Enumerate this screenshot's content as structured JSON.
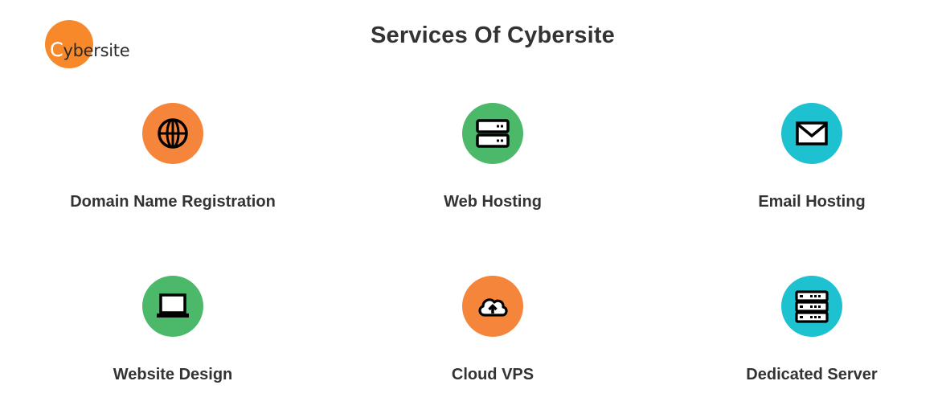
{
  "logo": {
    "first_letter": "C",
    "rest": "ybersite",
    "accent_color": "#f7892b"
  },
  "header": {
    "title": "Services Of Cybersite"
  },
  "services": [
    {
      "label": "Domain Name Registration",
      "icon": "globe-icon",
      "color": "#f5853a"
    },
    {
      "label": "Web Hosting",
      "icon": "server-icon",
      "color": "#4cb86a"
    },
    {
      "label": "Email Hosting",
      "icon": "envelope-icon",
      "color": "#1ec1cf"
    },
    {
      "label": "Website Design",
      "icon": "laptop-icon",
      "color": "#4cb86a"
    },
    {
      "label": "Cloud VPS",
      "icon": "cloud-upload-icon",
      "color": "#f5853a"
    },
    {
      "label": "Dedicated Server",
      "icon": "server-rack-icon",
      "color": "#1ec1cf"
    }
  ]
}
